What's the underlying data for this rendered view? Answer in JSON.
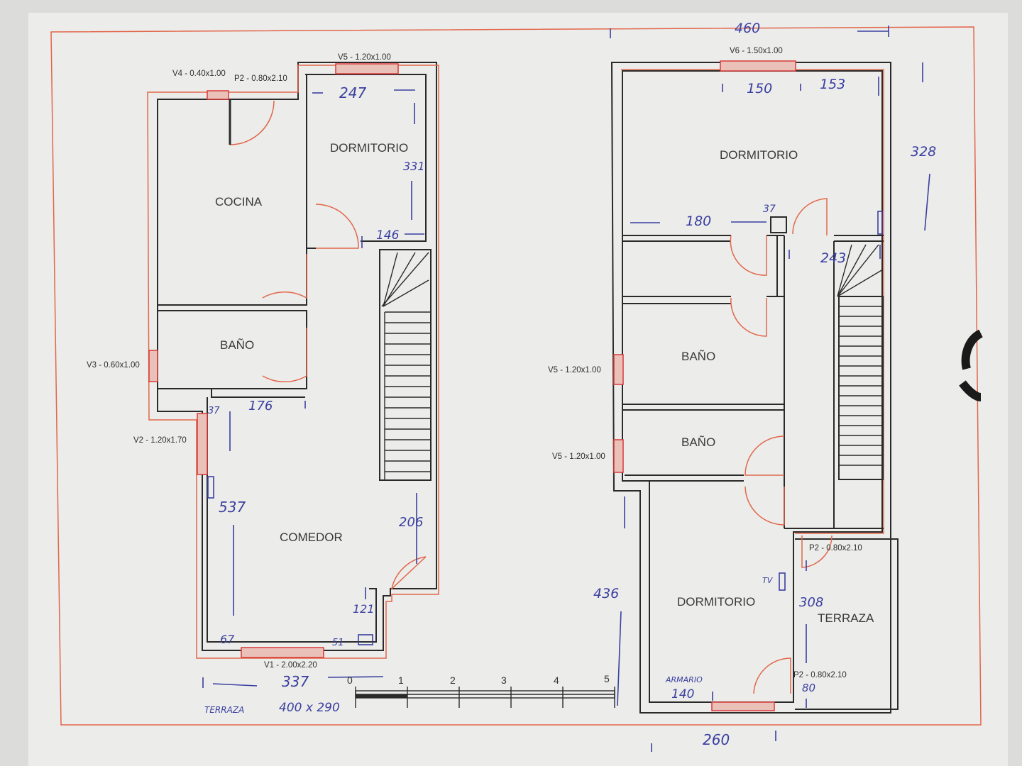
{
  "colors": {
    "paper": "#ececea",
    "wall": "#2a2a2a",
    "redline": "#e2664a",
    "window": "#d83a3a",
    "pen": "#3a3fa0"
  },
  "ground_floor": {
    "rooms": {
      "cocina": "COCINA",
      "dormitorio": "DORMITORIO",
      "bano": "BAÑO",
      "comedor": "COMEDOR"
    },
    "openings": {
      "v4": "V4 - 0.40x1.00",
      "p2": "P2 - 0.80x2.10",
      "v5": "V5 - 1.20x1.00",
      "v3": "V3 - 0.60x1.00",
      "v2": "V2 - 1.20x1.70",
      "v1": "V1 - 2.00x2.20"
    },
    "handwritten": {
      "d247": "247",
      "d331": "331",
      "d146": "146",
      "d176": "176",
      "d37": "37",
      "d537": "537",
      "d206": "206",
      "d121": "121",
      "d67": "67",
      "d51": "51",
      "d337": "337",
      "terraza_label": "TERRAZA",
      "terraza_dims": "400 x 290"
    }
  },
  "upper_floor": {
    "rooms": {
      "dormitorio_top": "DORMITORIO",
      "bano_1": "BAÑO",
      "bano_2": "BAÑO",
      "dormitorio_bottom": "DORMITORIO",
      "terraza": "TERRAZA"
    },
    "openings": {
      "v6": "V6 - 1.50x1.00",
      "v5a": "V5 - 1.20x1.00",
      "v5b": "V5 - 1.20x1.00",
      "p2a": "P2 - 0.80x2.10",
      "p2b": "P2 - 0.80x2.10"
    },
    "handwritten": {
      "d460": "460",
      "d150": "150",
      "d153": "153",
      "d328": "328",
      "d180": "180",
      "d37": "37",
      "d243": "243",
      "d436": "436",
      "d308": "308",
      "d80": "80",
      "d140": "140",
      "armario": "ARMARIO",
      "d260": "260",
      "tv": "TV"
    }
  },
  "scale": {
    "ticks": [
      "0",
      "1",
      "2",
      "3",
      "4",
      "5"
    ]
  }
}
